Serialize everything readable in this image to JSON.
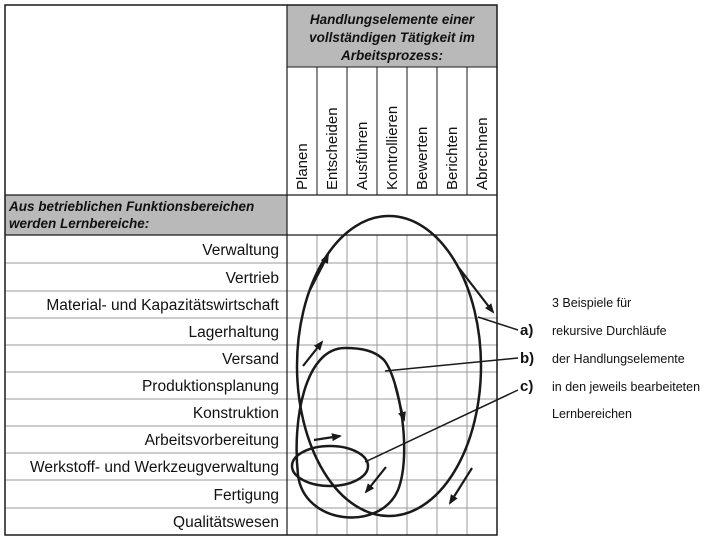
{
  "header": {
    "lines": [
      "Handlungselemente einer",
      "vollständigen Tätigkeit im",
      "Arbeitsprozess:"
    ]
  },
  "stages": [
    "Planen",
    "Entscheiden",
    "Ausführen",
    "Kontrollieren",
    "Bewerten",
    "Berichten",
    "Abrechnen"
  ],
  "left_header": {
    "lines": [
      "Aus betrieblichen Funktionsbereichen",
      "werden Lernbereiche:"
    ]
  },
  "areas": [
    "Verwaltung",
    "Vertrieb",
    "Material- und Kapazitätswirtschaft",
    "Lagerhaltung",
    "Versand",
    "Produktionsplanung",
    "Konstruktion",
    "Arbeitsvorbereitung",
    "Werkstoff- und Werkzeugverwaltung",
    "Fertigung",
    "Qualitätswesen"
  ],
  "examples": [
    {
      "letter": "a)"
    },
    {
      "letter": "b)"
    },
    {
      "letter": "c)"
    }
  ],
  "note_lines": [
    "3 Beispiele für",
    "rekursive Durchläufe",
    "der Handlungselemente",
    "in den jeweils bearbeiteten",
    "Lernbereichen"
  ],
  "colors": {
    "header_fill": "#b9b9b9",
    "line": "#1a1a1a",
    "grid": "#9a9a9a"
  }
}
